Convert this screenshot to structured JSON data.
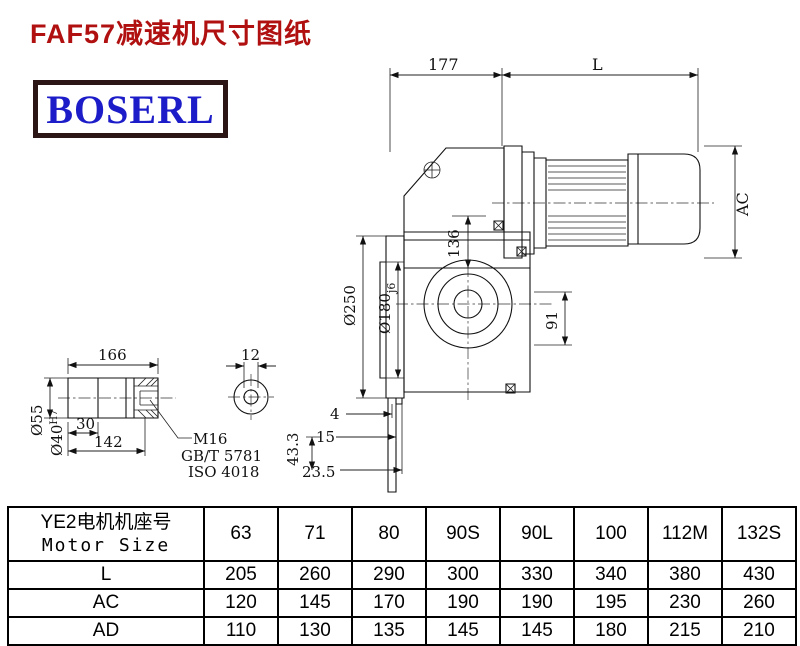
{
  "title": "FAF57减速机尺寸图纸",
  "logo_text": "BOSERL",
  "drawing": {
    "top_width": "177",
    "motor_length": "L",
    "motor_height": "AC",
    "flange_dia": "Ø250",
    "spigot_dia": "Ø180",
    "spigot_fit": "j6",
    "center_dim": "136",
    "side_dim": "91",
    "foot_dim1": "4",
    "foot_dim2": "15",
    "foot_dim3": "23.5",
    "foot_height": "43.3",
    "shaft": {
      "length": "166",
      "end_dia": "12",
      "step": "30",
      "bore_len": "142",
      "outer_dia": "Ø55",
      "bore_dia": "Ø40",
      "bore_fit": "H7",
      "thread": "M16",
      "std1": "GB/T 5781",
      "std2": "ISO 4018"
    }
  },
  "table": {
    "header_line1": "YE2电机机座号",
    "header_line2": "Motor Size",
    "sizes": [
      "63",
      "71",
      "80",
      "90S",
      "90L",
      "100",
      "112M",
      "132S"
    ],
    "rows": [
      {
        "label": "L",
        "values": [
          "205",
          "260",
          "290",
          "300",
          "330",
          "340",
          "380",
          "430"
        ]
      },
      {
        "label": "AC",
        "values": [
          "120",
          "145",
          "170",
          "190",
          "190",
          "195",
          "230",
          "260"
        ]
      },
      {
        "label": "AD",
        "values": [
          "110",
          "130",
          "135",
          "145",
          "145",
          "180",
          "215",
          "210"
        ]
      }
    ]
  }
}
